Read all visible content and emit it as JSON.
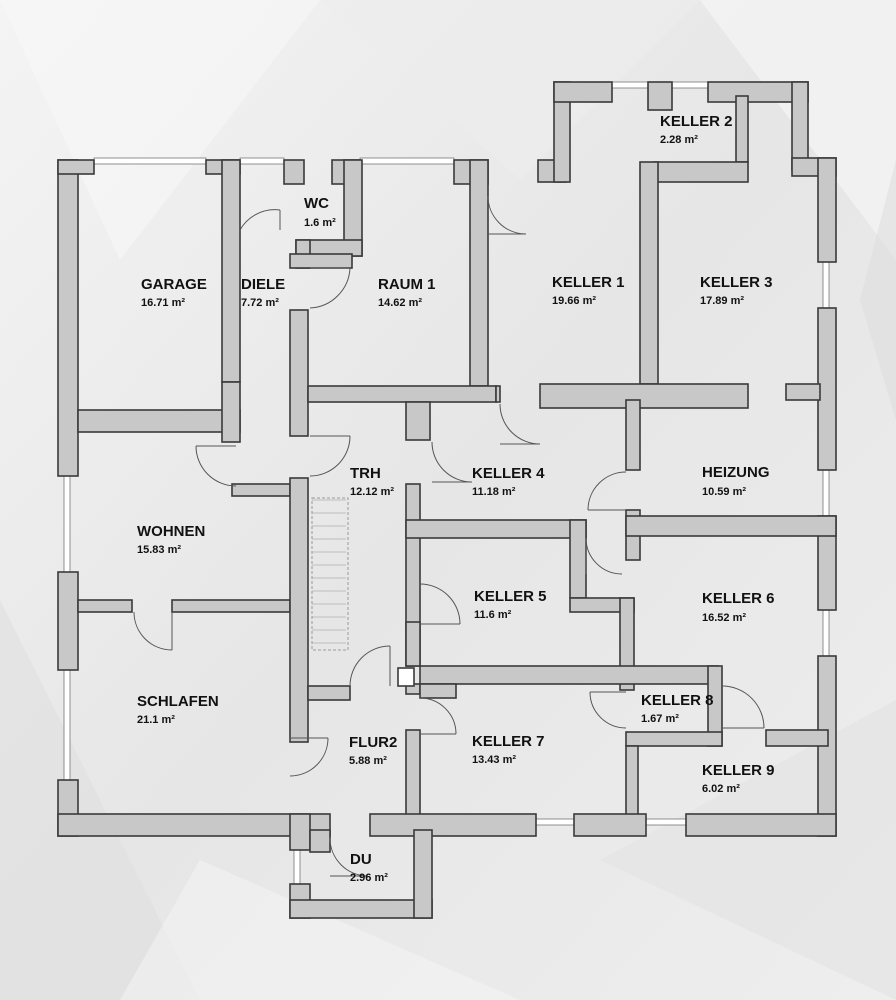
{
  "floorplan": {
    "rooms": [
      {
        "id": "garage",
        "name": "GARAGE",
        "area": "16.71 m²"
      },
      {
        "id": "diele",
        "name": "DIELE",
        "area": "7.72 m²"
      },
      {
        "id": "wc",
        "name": "WC",
        "area": "1.6 m²"
      },
      {
        "id": "raum1",
        "name": "RAUM 1",
        "area": "14.62 m²"
      },
      {
        "id": "keller1",
        "name": "KELLER 1",
        "area": "19.66 m²"
      },
      {
        "id": "keller2",
        "name": "KELLER 2",
        "area": "2.28 m²"
      },
      {
        "id": "keller3",
        "name": "KELLER 3",
        "area": "17.89 m²"
      },
      {
        "id": "trh",
        "name": "TRH",
        "area": "12.12 m²"
      },
      {
        "id": "keller4",
        "name": "KELLER 4",
        "area": "11.18 m²"
      },
      {
        "id": "heizung",
        "name": "HEIZUNG",
        "area": "10.59 m²"
      },
      {
        "id": "wohnen",
        "name": "WOHNEN",
        "area": "15.83 m²"
      },
      {
        "id": "keller5",
        "name": "KELLER 5",
        "area": "11.6 m²"
      },
      {
        "id": "keller6",
        "name": "KELLER 6",
        "area": "16.52 m²"
      },
      {
        "id": "schlafen",
        "name": "SCHLAFEN",
        "area": "21.1 m²"
      },
      {
        "id": "keller8",
        "name": "KELLER 8",
        "area": "1.67 m²"
      },
      {
        "id": "flur2",
        "name": "FLUR2",
        "area": "5.88 m²"
      },
      {
        "id": "keller7",
        "name": "KELLER 7",
        "area": "13.43 m²"
      },
      {
        "id": "keller9",
        "name": "KELLER 9",
        "area": "6.02 m²"
      },
      {
        "id": "du",
        "name": "DU",
        "area": "2.96 m²"
      }
    ]
  }
}
